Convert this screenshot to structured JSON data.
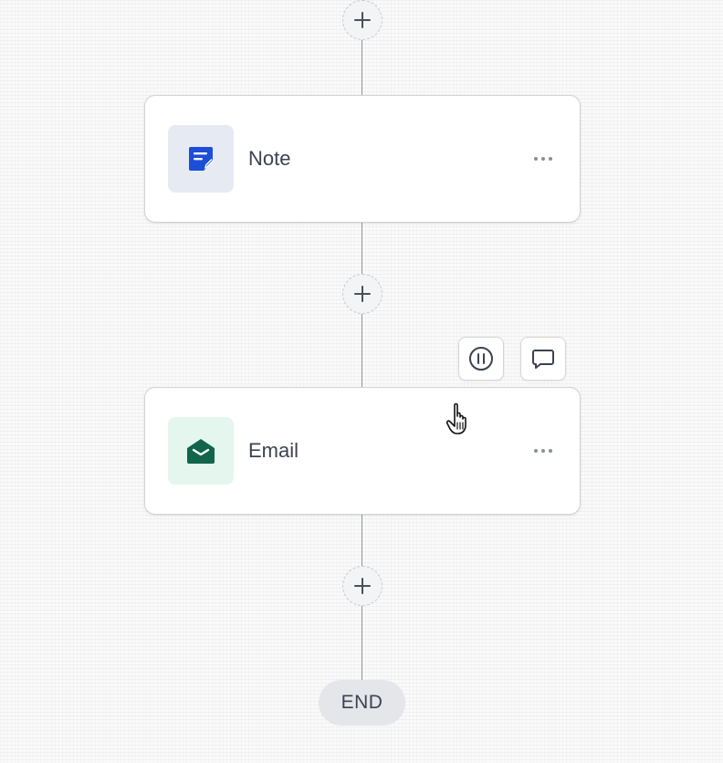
{
  "workflow": {
    "steps": [
      {
        "title": "Note",
        "icon": "note-icon",
        "accent": "#1d4ed8",
        "icon_bg": "#e6ebf3"
      },
      {
        "title": "Email",
        "icon": "envelope-open-icon",
        "accent": "#11654a",
        "icon_bg": "#e5f6ef"
      }
    ],
    "end_label": "END",
    "hover_actions": [
      "pause-icon",
      "comment-icon"
    ]
  },
  "colors": {
    "connector": "#8e9196",
    "card_border": "#cfd2d6",
    "text": "#3c4250"
  }
}
